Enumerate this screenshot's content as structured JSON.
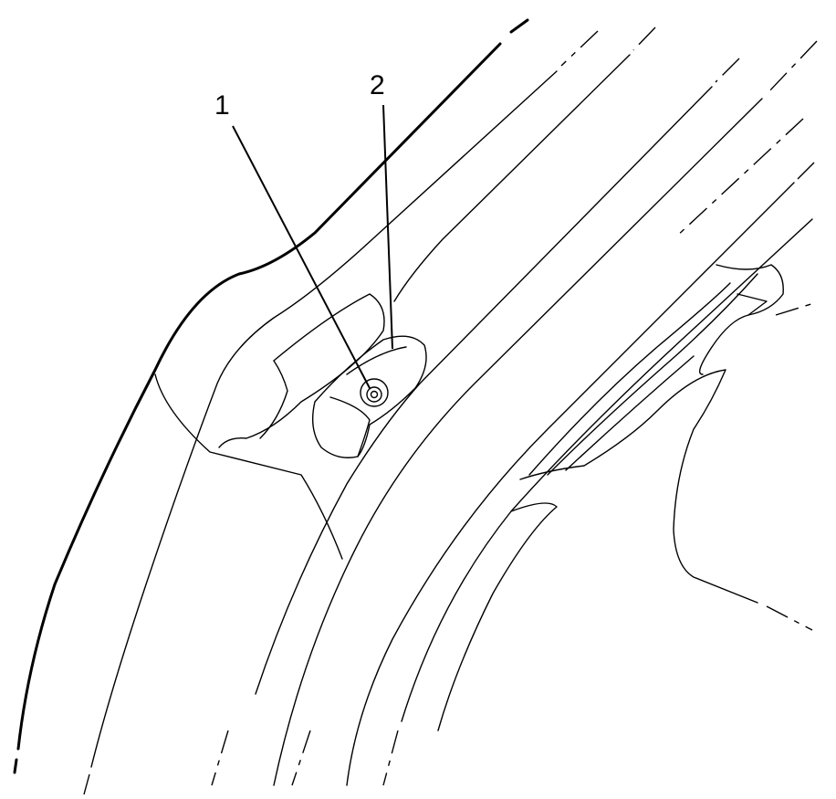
{
  "callouts": [
    {
      "id": 1,
      "label": "1"
    },
    {
      "id": 2,
      "label": "2"
    }
  ],
  "colors": {
    "line": "#000000",
    "background": "#ffffff"
  }
}
